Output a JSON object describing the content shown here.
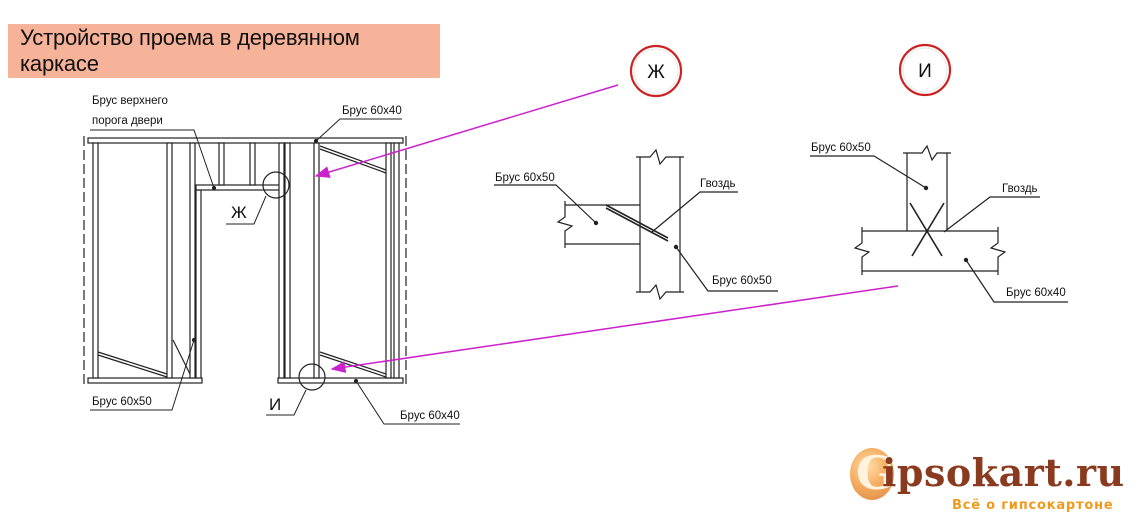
{
  "title": "Устройство проема в деревянном каркасе",
  "labels": {
    "top_sill": "Брус верхнего\nпорога двери",
    "top_beam_label": "Брус 60х40",
    "left_bottom_label": "Брус 60х50",
    "bottom_beam_label": "Брус 60х40",
    "node_zh": "Ж",
    "node_i": "И"
  },
  "detail_zh": {
    "marker": "Ж",
    "left_label": "Брус 60х50",
    "nail_label": "Гвоздь",
    "bottom_label": "Брус 60х50"
  },
  "detail_i": {
    "marker": "И",
    "top_label": "Брус 60х50",
    "nail_label": "Гвоздь",
    "bottom_label": "Брус 60х40"
  },
  "logo": {
    "main": "ipsokart.ru",
    "g": "G",
    "sub": "Всё о гипсокартоне"
  },
  "colors": {
    "title_bg": "#f7b29a",
    "arrow": "#cc22cc",
    "marker_ring": "#cc2222",
    "line": "#222222"
  }
}
